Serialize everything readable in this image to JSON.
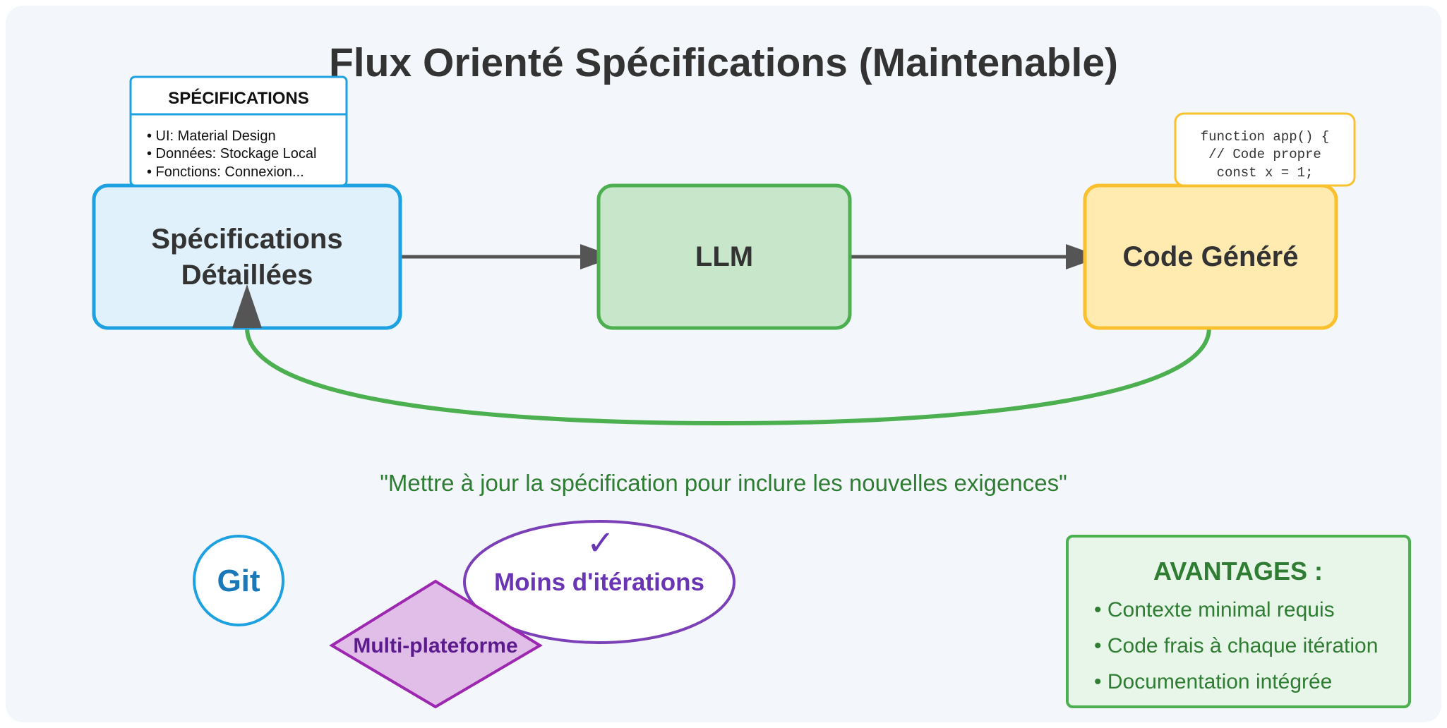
{
  "title": "Flux Orienté Spécifications (Maintenable)",
  "specs_note": {
    "heading": "SPÉCIFICATIONS",
    "items": [
      "• UI: Material Design",
      "• Données: Stockage Local",
      "• Fonctions: Connexion..."
    ]
  },
  "nodes": {
    "specs": {
      "line1": "Spécifications",
      "line2": "Détaillées"
    },
    "llm": {
      "label": "LLM"
    },
    "code": {
      "label": "Code Généré"
    }
  },
  "code_snippet": {
    "lines": [
      "function app() {",
      "// Code propre",
      "const x = 1;"
    ]
  },
  "feedback_quote": "\"Mettre à jour la spécification pour inclure les nouvelles exigences\"",
  "badges": {
    "git": "Git",
    "check": "✓",
    "moins": "Moins d'itérations",
    "multi": "Multi-plateforme"
  },
  "advantages": {
    "title": "AVANTAGES :",
    "items": [
      "• Contexte minimal requis",
      "• Code frais à chaque itération",
      "• Documentation intégrée"
    ]
  },
  "colors": {
    "background_panel": "#f3f7fb",
    "specs_fill": "#e0f1fb",
    "specs_stroke": "#1ea1e0",
    "llm_fill": "#c8e6c9",
    "llm_stroke": "#4caf50",
    "code_fill": "#ffeab0",
    "code_stroke": "#fbc02d",
    "arrow": "#555555",
    "loop": "#4caf50",
    "quote": "#2e7d32",
    "git": "#1a78b8",
    "moins": "#6a35b5",
    "multi_fill": "#e1bee7",
    "multi_stroke": "#9c27b0",
    "adv_fill": "#e8f5e9",
    "adv_stroke": "#4caf50"
  }
}
